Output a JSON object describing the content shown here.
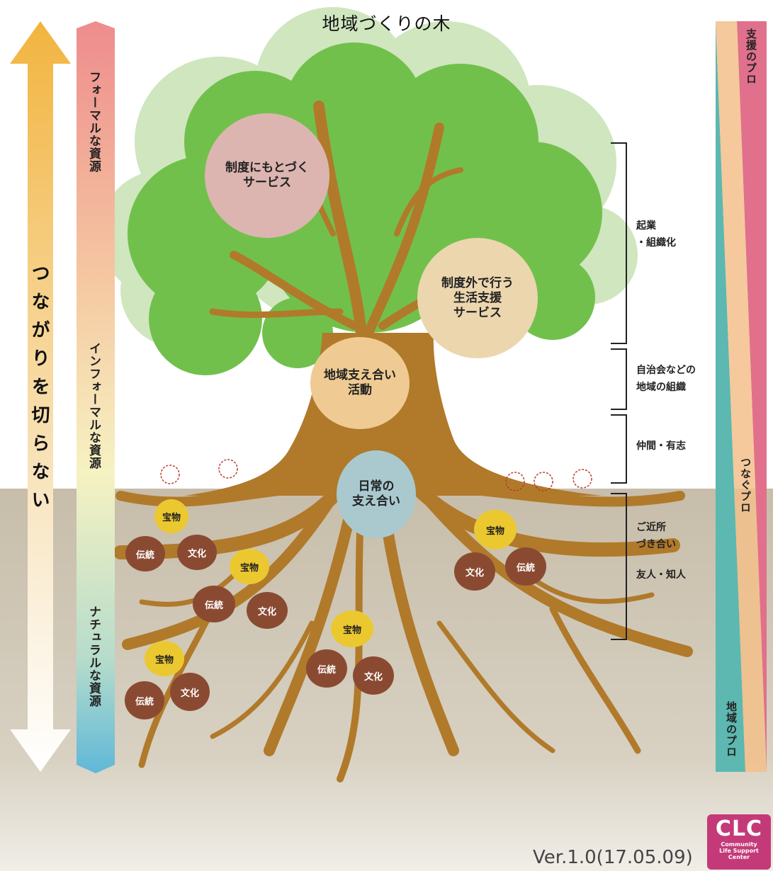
{
  "title": "地域づくりの木",
  "left_arrow_text": "つながりを切らない",
  "resources": {
    "formal": "フォーマルな資源",
    "informal": "インフォーマルな資源",
    "natural": "ナチュラルな資源"
  },
  "circles": {
    "institutional": "制度にもとづく\nサービス",
    "non_institutional": "制度外で行う\n生活支援\nサービス",
    "community_activity": "地域支え合い\n活動",
    "daily_support": "日常の\n支え合い"
  },
  "roots": {
    "treasure": "宝物",
    "tradition": "伝統",
    "culture": "文化"
  },
  "levels": {
    "startup": "起業\n・組織化",
    "community_org": "自治会などの\n地域の組織",
    "peers": "仲間・有志",
    "neighbors": "ご近所\nづき合い",
    "friends": "友人・知人"
  },
  "pros": {
    "support": "支援のプロ",
    "connect": "つなぐプロ",
    "local": "地域のプロ"
  },
  "logo": {
    "main": "CLC",
    "sub1": "Community",
    "sub2": "Life Support",
    "sub3": "Center"
  },
  "version": "Ver.1.0(17.05.09)",
  "colors": {
    "canopy_light": "#cfe6bf",
    "canopy": "#72c04c",
    "trunk": "#b07a2a",
    "ground": "#cfc7b5",
    "arrow": "#f2b43f",
    "formal_pink": "#ee8c8d",
    "natural_blue": "#5fb8d8",
    "pro_pink": "#e1708c",
    "pro_teal": "#5cb8b0",
    "treasure": "#ecc830",
    "root_circle": "#8a4a32"
  }
}
